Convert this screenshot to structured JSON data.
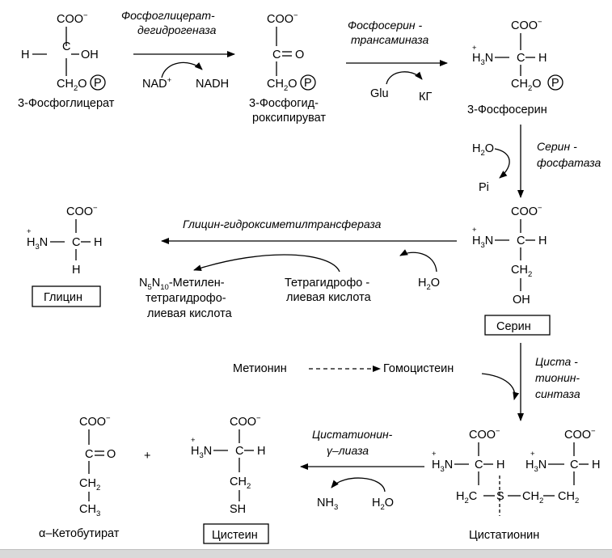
{
  "compounds": {
    "pga": {
      "name": "3-Фосфоглицерат",
      "coo": "COO",
      "h": "H",
      "c": "C",
      "oh": "OH",
      "ch2o": "CH",
      "ch2o_o": "O",
      "p": "P"
    },
    "php": {
      "name_line1": "3-Фосфогид-",
      "name_line2": "роксипируват",
      "coo": "COO",
      "c_eq_o": "C",
      "o": "O",
      "ch2o": "CH",
      "ch2o_o": "O",
      "p": "P"
    },
    "phser": {
      "name": "3-Фосфосерин",
      "coo": "COO",
      "h3n": "H",
      "n": "N",
      "c": "C",
      "h": "H",
      "ch2o": "CH",
      "ch2o_o": "O",
      "p": "P"
    },
    "serine": {
      "name": "Серин",
      "coo": "COO",
      "h3n": "H",
      "n": "N",
      "c": "C",
      "h": "H",
      "ch2": "CH",
      "oh": "OH"
    },
    "glycine": {
      "name": "Глицин",
      "coo": "COO",
      "h3n": "H",
      "n": "N",
      "c": "C",
      "h": "H",
      "h_bottom": "H"
    },
    "cystathionine": {
      "name": "Цистатионин",
      "coo": "COO",
      "h3n": "H",
      "n": "N",
      "c": "C",
      "h": "H",
      "h2c": "H",
      "h2c_c": "C",
      "s": "S",
      "ch2": "CH"
    },
    "cysteine": {
      "name": "Цистеин",
      "coo": "COO",
      "h3n": "H",
      "n": "N",
      "c": "C",
      "h": "H",
      "ch2": "CH",
      "sh": "SH"
    },
    "ketobutyrate": {
      "name": "α–Кетобутират",
      "coo": "COO",
      "c": "C",
      "o": "O",
      "ch2": "CH",
      "ch3": "CH"
    }
  },
  "enzymes": {
    "pgdh_line1": "Фосфоглицерат-",
    "pgdh_line2": "дегидрогеназа",
    "psat_line1": "Фосфосерин -",
    "psat_line2": "трансаминаза",
    "psp_line1": "Серин -",
    "psp_line2": "фосфатаза",
    "shmt": "Глицин-гидроксиметилтрансфераза",
    "cbs_line1": "Циста -",
    "cbs_line2": "тионин-",
    "cbs_line3": "синтаза",
    "cgl_line1": "Цистатионин-",
    "cgl_line2": "γ–лиаза"
  },
  "cofactors": {
    "nad": "NAD",
    "nad_plus": "+",
    "nadh": "NADH",
    "glu": "Glu",
    "kg": "КГ",
    "h2o": "H",
    "h2o_o": "O",
    "pi": "Pi",
    "nh3": "NH",
    "thf_line1": "Тетрагидрофо -",
    "thf_line2": "лиевая кислота",
    "mthf_n5": "N",
    "mthf_n10": "N",
    "mthf_rest": "-Метилен-",
    "mthf_line2": "тетрагидрофо-",
    "mthf_line3": "лиевая кислота",
    "methionine": "Метионин",
    "homocysteine": "Гомоцистеин"
  },
  "symbols": {
    "minus": "−",
    "plus": "+",
    "sub2": "2",
    "sub3": "3",
    "sub5": "5",
    "sub10": "10"
  }
}
